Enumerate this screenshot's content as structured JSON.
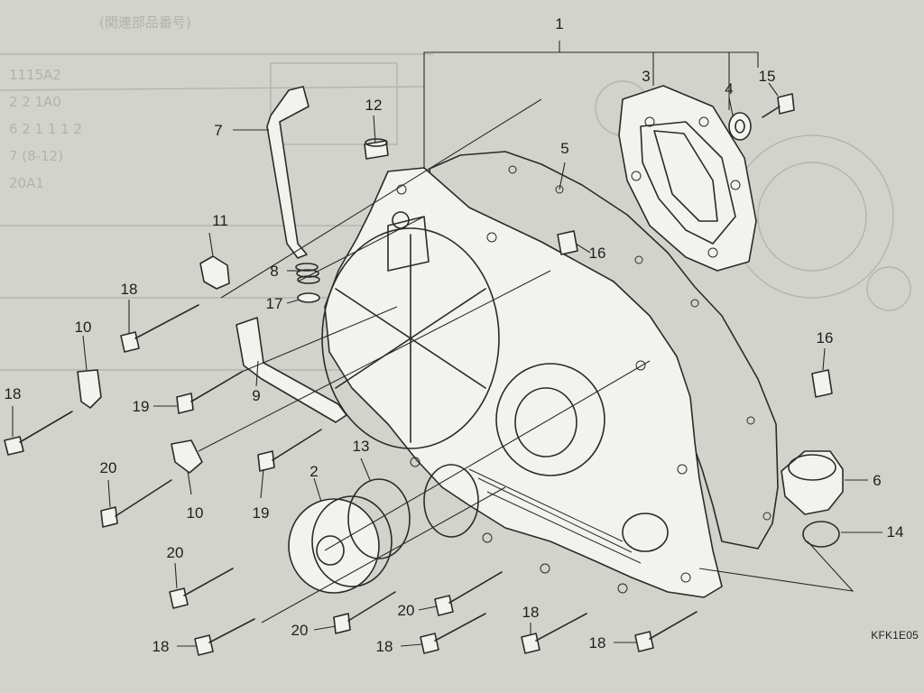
{
  "diagram": {
    "diagram_code": "KFK1E05",
    "callouts": [
      {
        "id": "c1",
        "label": "1"
      },
      {
        "id": "c2",
        "label": "2"
      },
      {
        "id": "c3",
        "label": "3"
      },
      {
        "id": "c4",
        "label": "4"
      },
      {
        "id": "c5",
        "label": "5"
      },
      {
        "id": "c6",
        "label": "6"
      },
      {
        "id": "c7",
        "label": "7"
      },
      {
        "id": "c8",
        "label": "8"
      },
      {
        "id": "c9",
        "label": "9"
      },
      {
        "id": "c10a",
        "label": "10"
      },
      {
        "id": "c10b",
        "label": "10"
      },
      {
        "id": "c11",
        "label": "11"
      },
      {
        "id": "c12",
        "label": "12"
      },
      {
        "id": "c13",
        "label": "13"
      },
      {
        "id": "c14",
        "label": "14"
      },
      {
        "id": "c15",
        "label": "15"
      },
      {
        "id": "c16a",
        "label": "16"
      },
      {
        "id": "c16b",
        "label": "16"
      },
      {
        "id": "c17",
        "label": "17"
      },
      {
        "id": "c18a",
        "label": "18"
      },
      {
        "id": "c18b",
        "label": "18"
      },
      {
        "id": "c18c",
        "label": "18"
      },
      {
        "id": "c18d",
        "label": "18"
      },
      {
        "id": "c18e",
        "label": "18"
      },
      {
        "id": "c18f",
        "label": "18"
      },
      {
        "id": "c19a",
        "label": "19"
      },
      {
        "id": "c19b",
        "label": "19"
      },
      {
        "id": "c20a",
        "label": "20"
      },
      {
        "id": "c20b",
        "label": "20"
      },
      {
        "id": "c20c",
        "label": "20"
      },
      {
        "id": "c20d",
        "label": "20"
      }
    ]
  },
  "background": {
    "ghost_header": "(関連部品番号)",
    "ghost_lines": [
      "1115A2",
      "2 2 1A0",
      "6 2 1 1 1 2",
      "7  (8-12)",
      "20A1"
    ]
  },
  "colors": {
    "paper": "#d2d4cc",
    "ink": "#2a2b2a",
    "ghost": "#b3b6ae"
  }
}
